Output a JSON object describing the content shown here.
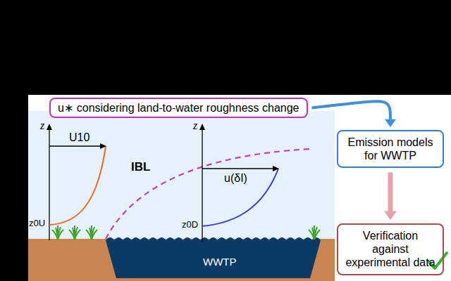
{
  "diagram": {
    "nodes": [
      {
        "text": [
          "u∗ considering land-to-water roughness change"
        ]
      },
      {
        "text": [
          "Emission models for WWTP"
        ]
      },
      {
        "text": [
          "Verification against experimental data"
        ]
      }
    ],
    "edges": [
      {
        "from": 0,
        "to": 1,
        "arrow": "to"
      },
      {
        "from": 1,
        "to": 2,
        "arrow": "to"
      }
    ],
    "labels": [
      "z",
      "U10",
      "z0U",
      "IBL",
      "z",
      "u(δI)",
      "z0D",
      "WWTP"
    ]
  }
}
